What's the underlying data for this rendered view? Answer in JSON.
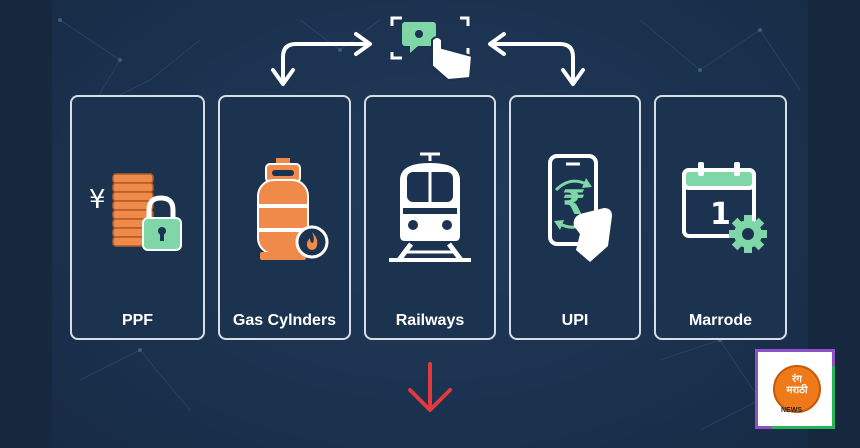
{
  "cards": [
    {
      "label": "PPF",
      "icon": "coins-lock-icon"
    },
    {
      "label": "Gas Cylnders",
      "icon": "gas-cylinder-icon"
    },
    {
      "label": "Railways",
      "icon": "train-icon"
    },
    {
      "label": "UPI",
      "icon": "phone-rupee-icon"
    },
    {
      "label": "Marrode",
      "icon": "calendar-gear-icon"
    }
  ],
  "top_icon": "touch-chat-icon",
  "glyphs": {
    "yen": "¥",
    "rupee": "₹",
    "calendar_day": "1"
  },
  "logo": {
    "line1": "रंग",
    "line2": "मराठी",
    "tag": "NEWS"
  },
  "colors": {
    "background": "#1b3250",
    "card_border": "#d7dde4",
    "accent_green": "#7fd6a6",
    "cylinder_orange": "#f08a4b",
    "down_arrow": "#e0393e",
    "logo_orange": "#f07a1a"
  }
}
